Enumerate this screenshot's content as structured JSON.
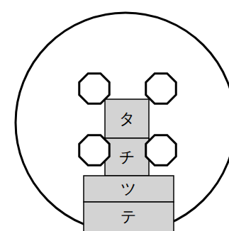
{
  "diagram": {
    "nodes": [
      {
        "text": [
          "タ"
        ]
      },
      {
        "text": [
          "チ"
        ]
      },
      {
        "text": [
          "ツ"
        ]
      },
      {
        "text": [
          "テ"
        ]
      }
    ]
  }
}
